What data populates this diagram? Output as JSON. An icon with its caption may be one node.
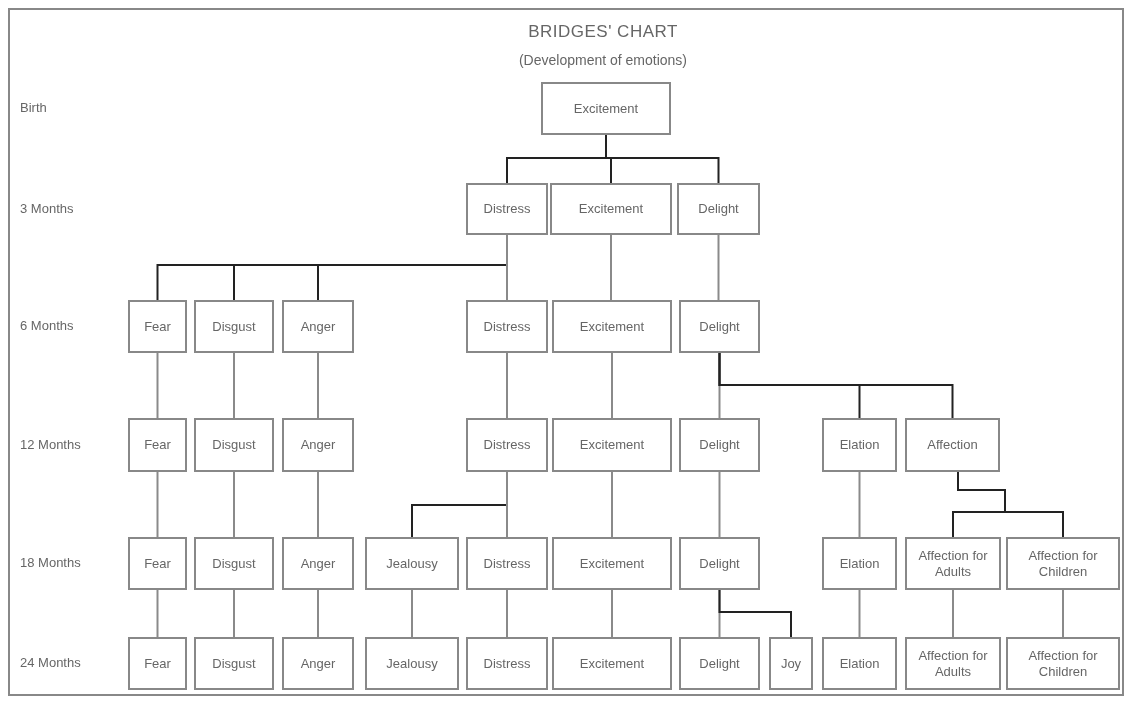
{
  "diagram": {
    "title": "BRIDGES' CHART",
    "nodes": [
      {
        "text": [
          "Excitement"
        ]
      },
      {
        "text": [
          "Distress"
        ]
      },
      {
        "text": [
          "Excitement"
        ]
      },
      {
        "text": [
          "Delight"
        ]
      },
      {
        "text": [
          "Fear"
        ]
      },
      {
        "text": [
          "Disgust"
        ]
      },
      {
        "text": [
          "Anger"
        ]
      },
      {
        "text": [
          "Distress"
        ]
      },
      {
        "text": [
          "Excitement"
        ]
      },
      {
        "text": [
          "Delight"
        ]
      },
      {
        "text": [
          "Fear"
        ]
      },
      {
        "text": [
          "Disgust"
        ]
      },
      {
        "text": [
          "Anger"
        ]
      },
      {
        "text": [
          "Distress"
        ]
      },
      {
        "text": [
          "Excitement"
        ]
      },
      {
        "text": [
          "Delight"
        ]
      },
      {
        "text": [
          "Elation"
        ]
      },
      {
        "text": [
          "Affection"
        ]
      },
      {
        "text": [
          "Fear"
        ]
      },
      {
        "text": [
          "Disgust"
        ]
      },
      {
        "text": [
          "Anger"
        ]
      },
      {
        "text": [
          "Jealousy"
        ]
      },
      {
        "text": [
          "Distress"
        ]
      },
      {
        "text": [
          "Excitement"
        ]
      },
      {
        "text": [
          "Delight"
        ]
      },
      {
        "text": [
          "Elation"
        ]
      },
      {
        "text": [
          "Affection for Adults"
        ]
      },
      {
        "text": [
          "Affection for Children"
        ]
      },
      {
        "text": [
          "Fear"
        ]
      },
      {
        "text": [
          "Disgust"
        ]
      },
      {
        "text": [
          "Anger"
        ]
      },
      {
        "text": [
          "Jealousy"
        ]
      },
      {
        "text": [
          "Distress"
        ]
      },
      {
        "text": [
          "Excitement"
        ]
      },
      {
        "text": [
          "Delight"
        ]
      },
      {
        "text": [
          "Joy"
        ]
      },
      {
        "text": [
          "Elation"
        ]
      },
      {
        "text": [
          "Affection for Adults"
        ]
      },
      {
        "text": [
          "Affection for Children"
        ]
      }
    ],
    "edges": [
      {
        "from": 0,
        "to": 1,
        "arrow": "none",
        "color": "#222222"
      },
      {
        "from": 0,
        "to": 2,
        "arrow": "none",
        "color": "#222222"
      },
      {
        "from": 0,
        "to": 3,
        "arrow": "none",
        "color": "#222222"
      },
      {
        "from": 1,
        "to": 4,
        "arrow": "none",
        "color": "#222222"
      },
      {
        "from": 1,
        "to": 5,
        "arrow": "none",
        "color": "#222222"
      },
      {
        "from": 1,
        "to": 6,
        "arrow": "none",
        "color": "#222222"
      },
      {
        "from": 1,
        "to": 7,
        "arrow": "none"
      },
      {
        "from": 2,
        "to": 8,
        "arrow": "none"
      },
      {
        "from": 3,
        "to": 9,
        "arrow": "none"
      },
      {
        "from": 4,
        "to": 10,
        "arrow": "none"
      },
      {
        "from": 5,
        "to": 11,
        "arrow": "none"
      },
      {
        "from": 6,
        "to": 12,
        "arrow": "none"
      },
      {
        "from": 7,
        "to": 13,
        "arrow": "none"
      },
      {
        "from": 8,
        "to": 14,
        "arrow": "none"
      },
      {
        "from": 9,
        "to": 15,
        "arrow": "none"
      },
      {
        "from": 9,
        "to": 16,
        "arrow": "none",
        "color": "#222222"
      },
      {
        "from": 9,
        "to": 17,
        "arrow": "none",
        "color": "#222222"
      },
      {
        "from": 10,
        "to": 18,
        "arrow": "none"
      },
      {
        "from": 11,
        "to": 19,
        "arrow": "none"
      },
      {
        "from": 12,
        "to": 20,
        "arrow": "none"
      },
      {
        "from": 13,
        "to": 21,
        "arrow": "none",
        "color": "#222222"
      },
      {
        "from": 13,
        "to": 22,
        "arrow": "none"
      },
      {
        "from": 14,
        "to": 23,
        "arrow": "none"
      },
      {
        "from": 15,
        "to": 24,
        "arrow": "none"
      },
      {
        "from": 16,
        "to": 25,
        "arrow": "none"
      },
      {
        "from": 17,
        "to": 26,
        "arrow": "none",
        "color": "#222222"
      },
      {
        "from": 17,
        "to": 27,
        "arrow": "none",
        "color": "#222222"
      },
      {
        "from": 18,
        "to": 28,
        "arrow": "none"
      },
      {
        "from": 19,
        "to": 29,
        "arrow": "none"
      },
      {
        "from": 20,
        "to": 30,
        "arrow": "none"
      },
      {
        "from": 21,
        "to": 31,
        "arrow": "none"
      },
      {
        "from": 22,
        "to": 32,
        "arrow": "none"
      },
      {
        "from": 23,
        "to": 33,
        "arrow": "none"
      },
      {
        "from": 24,
        "to": 34,
        "arrow": "none"
      },
      {
        "from": 24,
        "to": 35,
        "arrow": "none",
        "color": "#222222"
      },
      {
        "from": 25,
        "to": 36,
        "arrow": "none"
      },
      {
        "from": 26,
        "to": 37,
        "arrow": "none"
      },
      {
        "from": 27,
        "to": 38,
        "arrow": "none"
      }
    ],
    "labels": [
      "(Development of emotions)",
      "Birth",
      "3 Months",
      "6 Months",
      "12 Months",
      "18 Months",
      "24 Months"
    ]
  }
}
